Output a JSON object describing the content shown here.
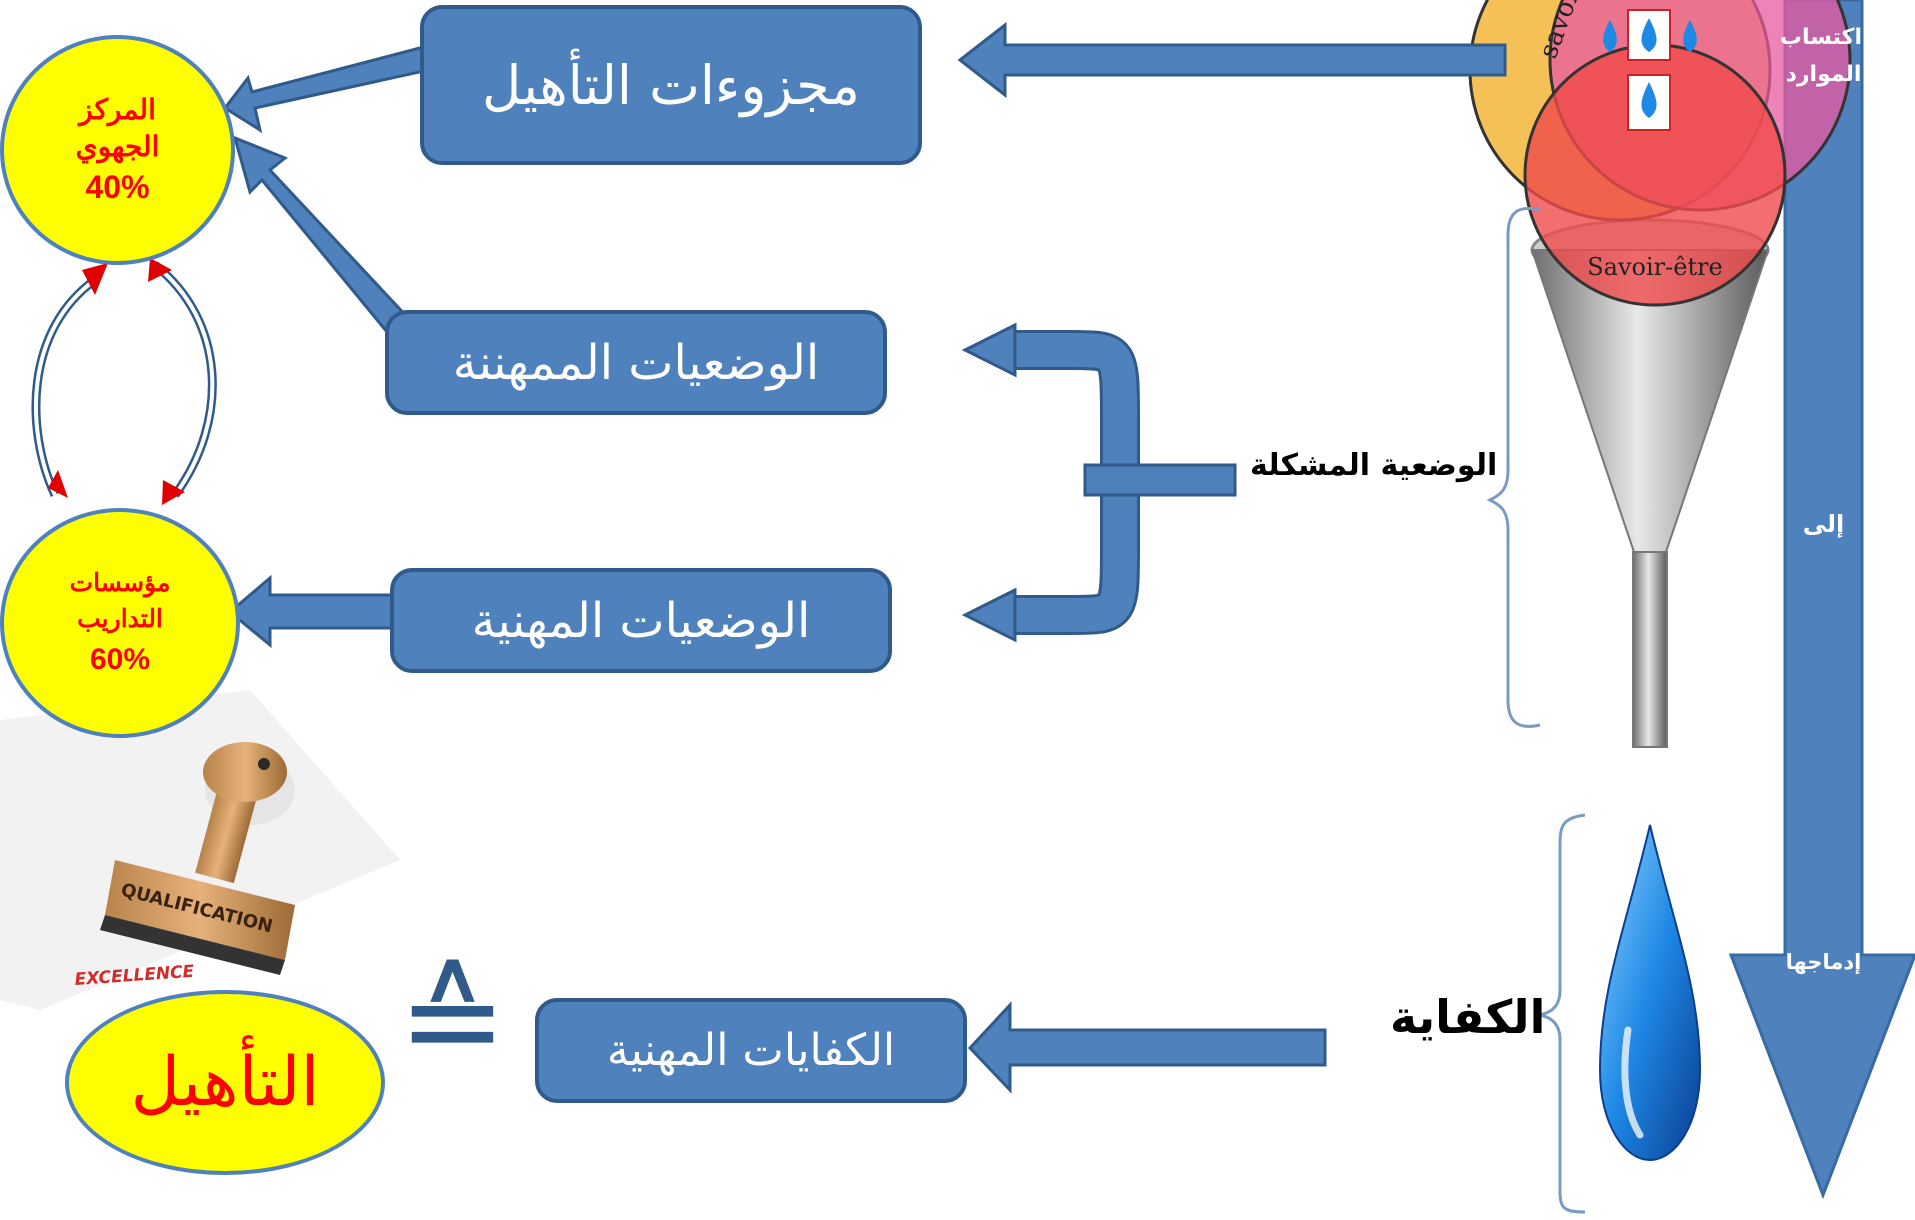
{
  "colors": {
    "box_fill": "#4f81bd",
    "box_border": "#2f5a8a",
    "circle_fill": "#ffff00",
    "circle_text": "#ff0000",
    "arrow": "#4f81bd",
    "cycle_arrow": "#e00000"
  },
  "boxes": {
    "modules": "مجزوءات التأهيل",
    "professionalized_situations": "الوضعيات الممهننة",
    "professional_situations": "الوضعيات المهنية",
    "professional_competencies": "الكفايات المهنية"
  },
  "circles": {
    "regional_center": {
      "line1": "المركز",
      "line2": "الجهوي",
      "percent": "40%"
    },
    "training_institutions": {
      "line1": "مؤسسات",
      "line2": "التداريب",
      "percent": "60%"
    },
    "qualification": "التأهيل"
  },
  "stamp": {
    "word1": "QUALIFICATION",
    "word2": "EXCELLENCE"
  },
  "venn": {
    "label_savoir": "savoir",
    "label_savoir_etre": "Savoir-être"
  },
  "side_arrow": {
    "label1": "اكتساب",
    "label2": "الموارد",
    "label3": "إلى",
    "label4": "إدماجها"
  },
  "labels": {
    "problem_situation": "الوضعية المشكلة",
    "competence": "الكفاية"
  },
  "symbols": {
    "equivalence": "≙"
  }
}
